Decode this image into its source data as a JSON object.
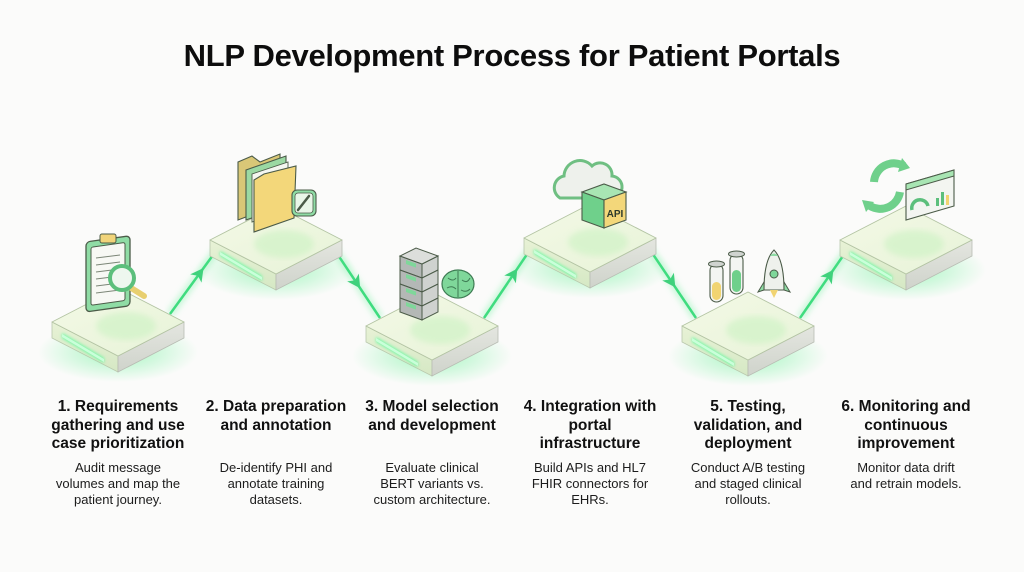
{
  "title": "NLP Development Process for Patient Portals",
  "colors": {
    "accent_green": "#3ddc84",
    "icon_green": "#7fd79a",
    "icon_green_dark": "#3fa866",
    "platform_top": "#f1f7e1",
    "platform_side": "#e0e4d8",
    "yellow": "#f3d77a"
  },
  "steps": [
    {
      "number": 1,
      "title": "1. Requirements gathering and use case prioritization",
      "title_lines": [
        "1. Requirements",
        "gathering and use",
        "case prioritization"
      ],
      "description_lines": [
        "Audit message",
        "volumes and map the",
        "patient journey."
      ],
      "icon": "clipboard-magnifier-icon"
    },
    {
      "number": 2,
      "title": "2. Data preparation and annotation",
      "title_lines": [
        "2. Data preparation",
        "and annotation"
      ],
      "description_lines": [
        "De-identify PHI and",
        "annotate training",
        "datasets."
      ],
      "icon": "folders-pencil-icon"
    },
    {
      "number": 3,
      "title": "3. Model selection and development",
      "title_lines": [
        "3. Model selection",
        "and development"
      ],
      "description_lines": [
        "Evaluate clinical",
        "BERT variants vs.",
        "custom architecture."
      ],
      "icon": "server-brain-icon"
    },
    {
      "number": 4,
      "title": "4. Integration with portal infrastructure",
      "title_lines": [
        "4. Integration with",
        "portal",
        "infrastructure"
      ],
      "description_lines": [
        "Build APIs and HL7",
        "FHIR connectors for",
        "EHRs."
      ],
      "icon": "cloud-api-cube-icon",
      "icon_label": "API"
    },
    {
      "number": 5,
      "title": "5. Testing, validation, and deployment",
      "title_lines": [
        "5. Testing,",
        "validation, and",
        "deployment"
      ],
      "description_lines": [
        "Conduct A/B testing",
        "and staged clinical",
        "rollouts."
      ],
      "icon": "test-tubes-rocket-icon"
    },
    {
      "number": 6,
      "title": "6. Monitoring and continuous improvement",
      "title_lines": [
        "6. Monitoring and",
        "continuous",
        "improvement"
      ],
      "description_lines": [
        "Monitor data drift",
        "and retrain models."
      ],
      "icon": "refresh-dashboard-icon"
    }
  ]
}
